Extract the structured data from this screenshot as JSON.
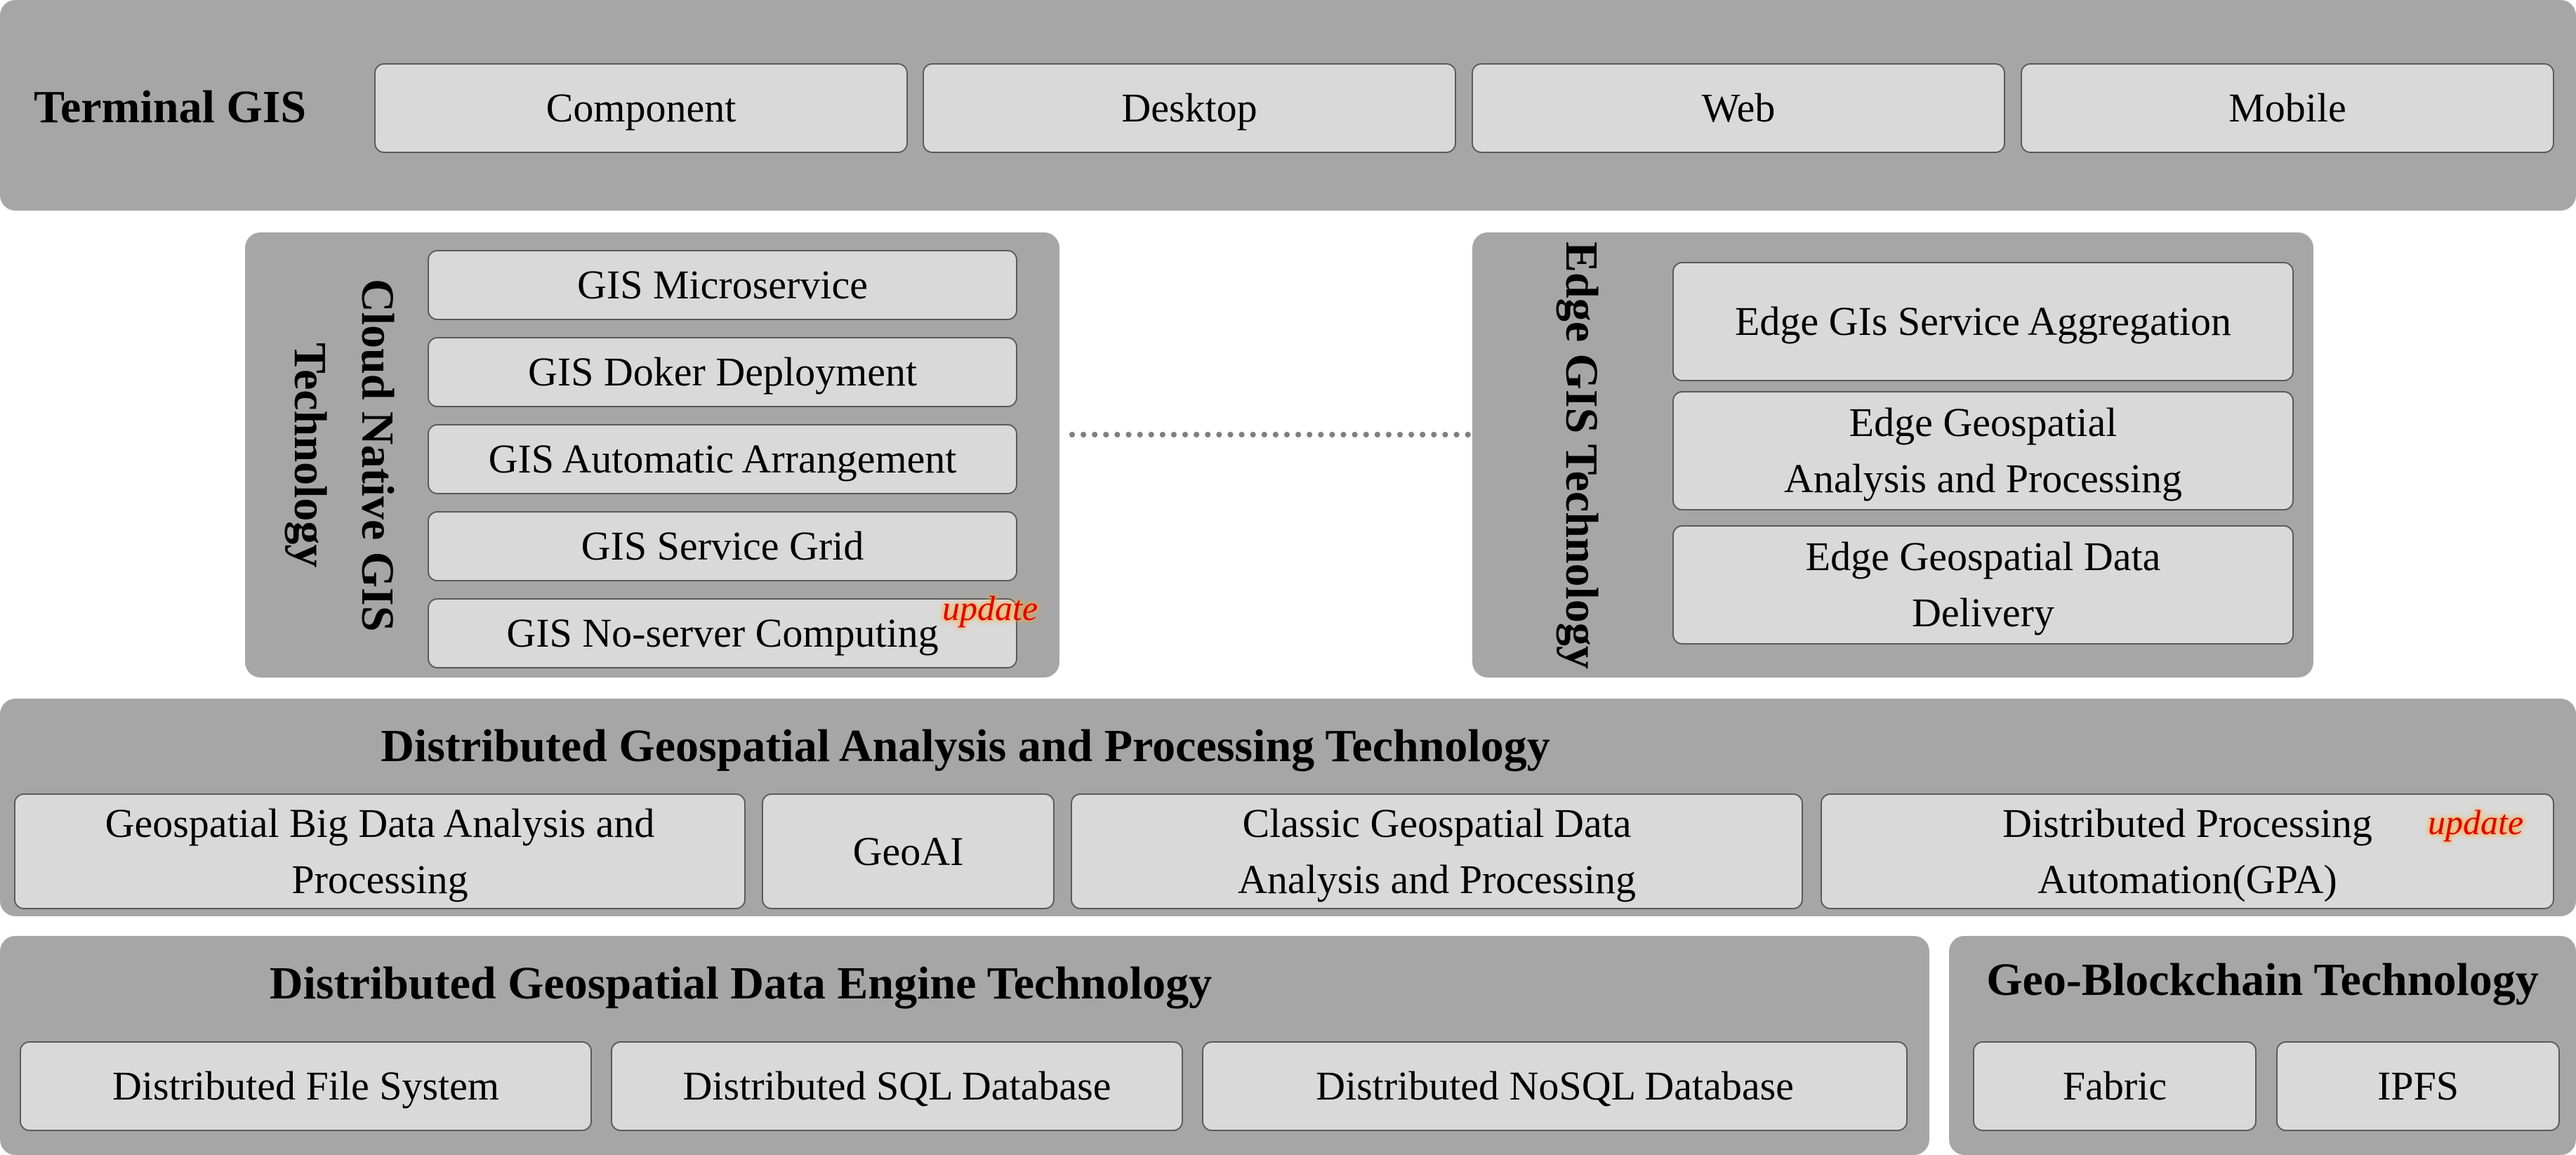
{
  "terminal": {
    "title": "Terminal GIS",
    "items": [
      "Component",
      "Desktop",
      "Web",
      "Mobile"
    ]
  },
  "cloud_native": {
    "title": "Cloud Native GIS Technology",
    "items": [
      "GIS Microservice",
      "GIS Doker Deployment",
      "GIS Automatic Arrangement",
      "GIS Service Grid",
      "GIS No-server Computing"
    ],
    "update_label": "update"
  },
  "edge": {
    "title": "Edge GIS Technology",
    "items": [
      "Edge GIs Service Aggregation",
      "Edge Geospatial Analysis and Processing",
      "Edge Geospatial Data Delivery"
    ]
  },
  "distributed_analysis": {
    "title": "Distributed Geospatial Analysis and Processing Technology",
    "items": [
      "Geospatial Big Data Analysis and Processing",
      "GeoAI",
      "Classic Geospatial Data Analysis and Processing",
      "Distributed Processing Automation(GPA)"
    ],
    "update_label": "update"
  },
  "data_engine": {
    "title": "Distributed Geospatial Data Engine Technology",
    "items": [
      "Distributed File System",
      "Distributed SQL Database",
      "Distributed NoSQL Database"
    ]
  },
  "blockchain": {
    "title": "Geo-Blockchain Technology",
    "items": [
      "Fabric",
      "IPFS"
    ]
  },
  "colors": {
    "panel": "#a6a6a6",
    "box": "#d9d9d9",
    "border": "#5a5a5a",
    "update": "#e00000"
  }
}
